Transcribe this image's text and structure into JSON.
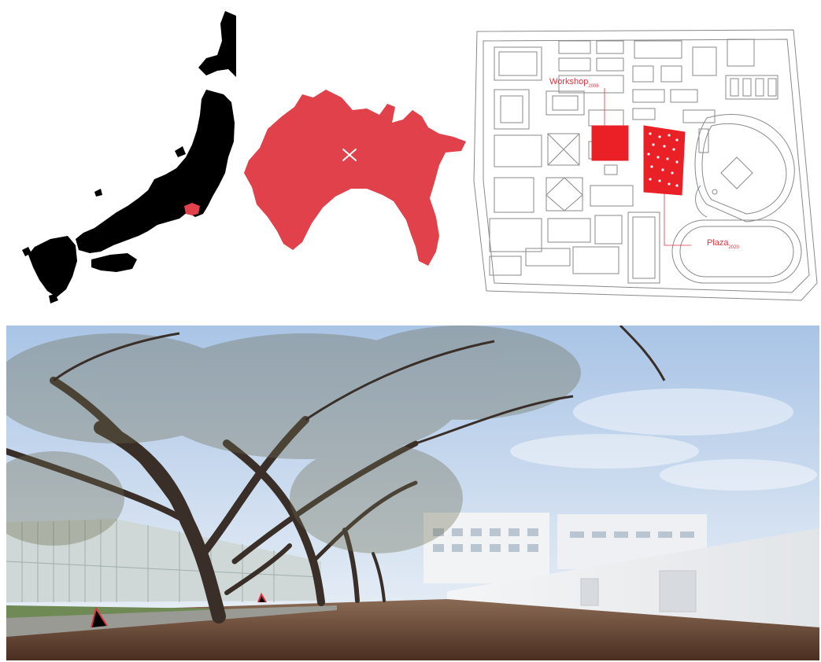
{
  "colors": {
    "japan_fill": "#000000",
    "highlight": "#e0414b",
    "plan_line": "#8a8a8a",
    "plan_highlight": "#ea2027",
    "label": "#e0333d",
    "sky_top": "#b7cde8",
    "sky_bottom": "#e6eef7",
    "ground": "#5a3a28",
    "wall": "#eef0f2"
  },
  "campus_plan": {
    "workshop": {
      "name": "Workshop",
      "year": "2008"
    },
    "plaza": {
      "name": "Plaza",
      "year": "2020"
    }
  }
}
